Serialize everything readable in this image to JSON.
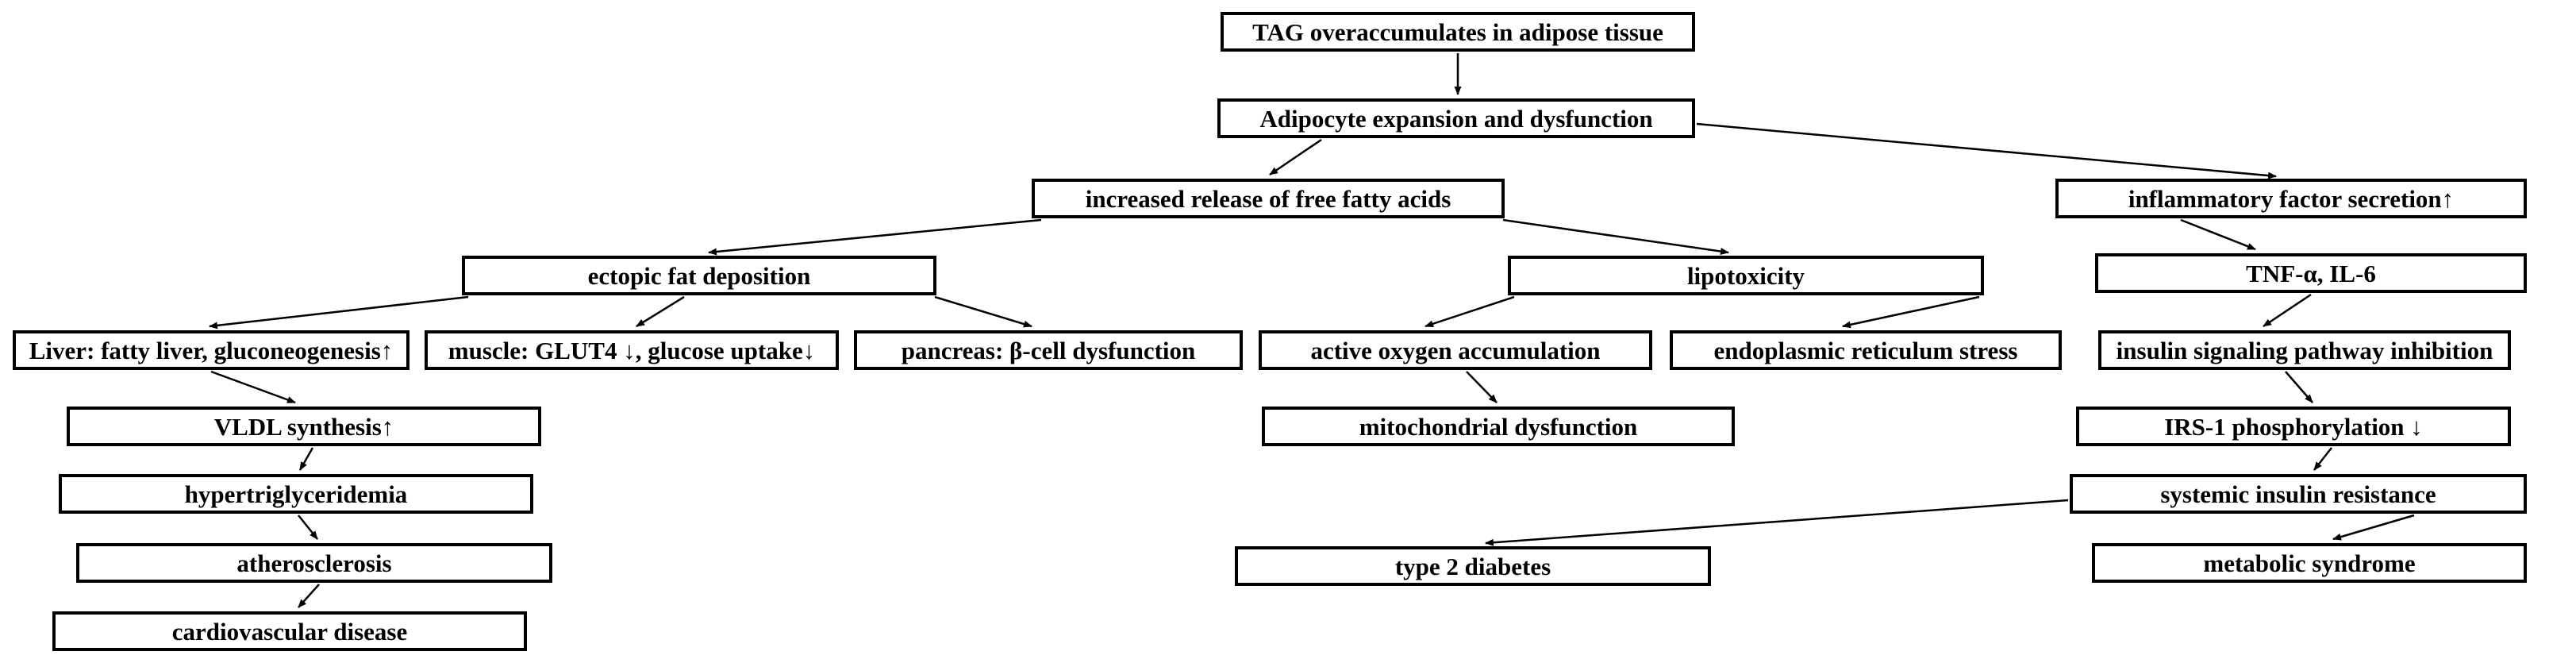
{
  "colors": {
    "background": "#ffffff",
    "box_fill": "#ffffff",
    "box_border": "#000000",
    "text": "#000000",
    "arrow": "#000000"
  },
  "nodes": {
    "tag": {
      "label": "TAG overaccumulates in adipose tissue"
    },
    "adipocyte": {
      "label": "Adipocyte expansion and dysfunction"
    },
    "ffa": {
      "label": "increased release of free fatty acids"
    },
    "inflammatory": {
      "label": "inflammatory factor secretion↑"
    },
    "ectopic": {
      "label": "ectopic fat deposition"
    },
    "lipotoxicity": {
      "label": "lipotoxicity"
    },
    "tnf": {
      "label": "TNF-α, IL-6"
    },
    "liver": {
      "label": "Liver: fatty liver, gluconeogenesis↑"
    },
    "muscle": {
      "label": "muscle: GLUT4 ↓, glucose uptake↓"
    },
    "pancreas": {
      "label": "pancreas: β-cell dysfunction"
    },
    "active_oxygen": {
      "label": "active oxygen accumulation"
    },
    "er_stress": {
      "label": "endoplasmic reticulum stress"
    },
    "insulin_sig": {
      "label": "insulin signaling pathway inhibition"
    },
    "vldl": {
      "label": "VLDL synthesis↑"
    },
    "mitochondrial": {
      "label": "mitochondrial dysfunction"
    },
    "irs1": {
      "label": "IRS-1 phosphorylation ↓"
    },
    "hyper": {
      "label": "hypertriglyceridemia"
    },
    "systemic": {
      "label": "systemic insulin resistance"
    },
    "athero": {
      "label": "atherosclerosis"
    },
    "type2": {
      "label": "type 2 diabetes"
    },
    "metabolic": {
      "label": "metabolic syndrome"
    },
    "cardio": {
      "label": "cardiovascular disease"
    }
  },
  "edges": [
    {
      "from": "tag",
      "to": "adipocyte"
    },
    {
      "from": "adipocyte",
      "to": "ffa"
    },
    {
      "from": "adipocyte",
      "to": "inflammatory"
    },
    {
      "from": "ffa",
      "to": "ectopic"
    },
    {
      "from": "ffa",
      "to": "lipotoxicity"
    },
    {
      "from": "inflammatory",
      "to": "tnf"
    },
    {
      "from": "ectopic",
      "to": "liver"
    },
    {
      "from": "ectopic",
      "to": "muscle"
    },
    {
      "from": "ectopic",
      "to": "pancreas"
    },
    {
      "from": "lipotoxicity",
      "to": "active_oxygen"
    },
    {
      "from": "lipotoxicity",
      "to": "er_stress"
    },
    {
      "from": "tnf",
      "to": "insulin_sig"
    },
    {
      "from": "liver",
      "to": "vldl"
    },
    {
      "from": "active_oxygen",
      "to": "mitochondrial"
    },
    {
      "from": "insulin_sig",
      "to": "irs1"
    },
    {
      "from": "vldl",
      "to": "hyper"
    },
    {
      "from": "irs1",
      "to": "systemic"
    },
    {
      "from": "hyper",
      "to": "athero"
    },
    {
      "from": "systemic",
      "to": "type2"
    },
    {
      "from": "systemic",
      "to": "metabolic"
    },
    {
      "from": "athero",
      "to": "cardio"
    }
  ]
}
